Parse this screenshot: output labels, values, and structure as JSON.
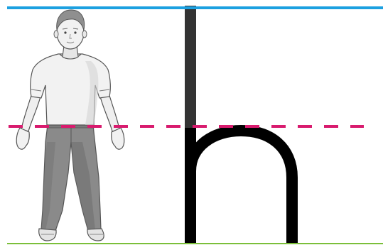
{
  "guide_lines": {
    "top_line": {
      "role": "head line",
      "style": "solid",
      "color": "#1ca0e0"
    },
    "mid_line": {
      "role": "waist line",
      "style": "dashed",
      "color": "#d81b6e"
    },
    "base_line": {
      "role": "foot line",
      "style": "solid",
      "color": "#7bbf3a"
    }
  },
  "figure": {
    "icon": "standing-boy-illustration",
    "colors": {
      "shirt": "#f2f2f2",
      "shirt_shade": "#d4d4d4",
      "jeans": "#8a8a8a",
      "jeans_shade": "#6e6e6e",
      "skin": "#f1f1f1",
      "hair": "#8f8f8f",
      "outline": "#555555"
    }
  },
  "letter": {
    "character": "h",
    "ascender_color": "#333333",
    "body_color": "#000000"
  }
}
